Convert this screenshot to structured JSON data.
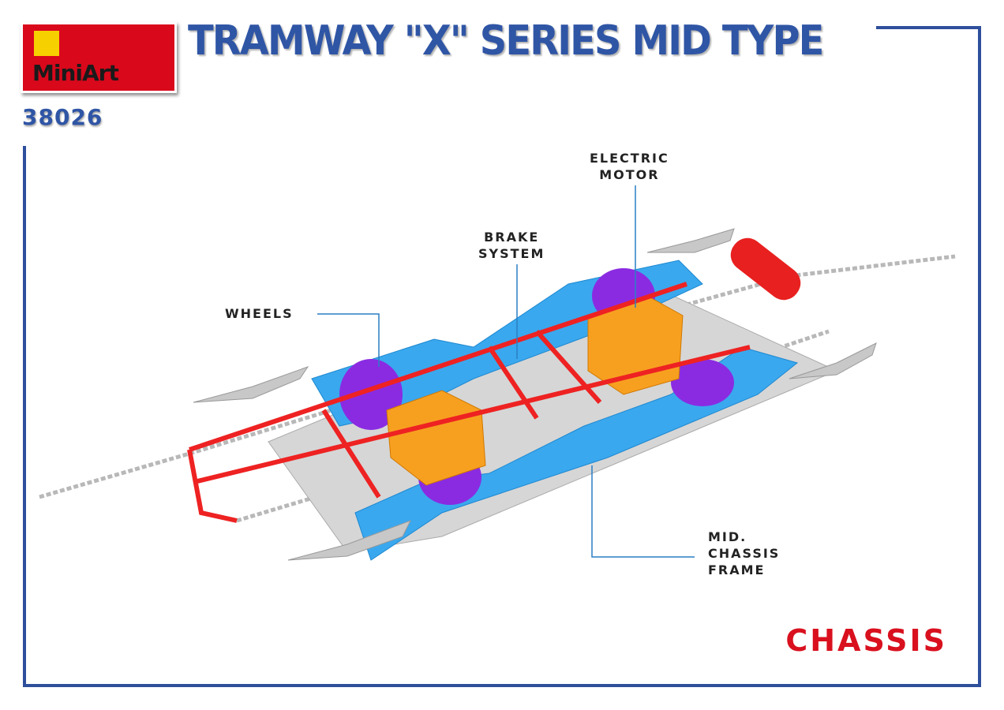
{
  "brand": {
    "logo_text": "MiniArt"
  },
  "header": {
    "title": "TRAMWAY \"X\" SERIES MID TYPE",
    "kit_number": "38026"
  },
  "callouts": {
    "wheels": "WHEELS",
    "brake_system": [
      "BRAKE",
      "SYSTEM"
    ],
    "electric_motor": [
      "ELECTRIC",
      "MOTOR"
    ],
    "chassis_frame": [
      "MID.",
      "CHASSIS",
      "FRAME"
    ]
  },
  "section_label": "CHASSIS",
  "colors": {
    "frame_blue": "#2e4f9c",
    "accent_red": "#d9101e",
    "chassis_blue": "#3aa8ee",
    "rods_red": "#ee2222",
    "motor_orange": "#f7a020",
    "wheel_purple": "#8a2be2"
  }
}
